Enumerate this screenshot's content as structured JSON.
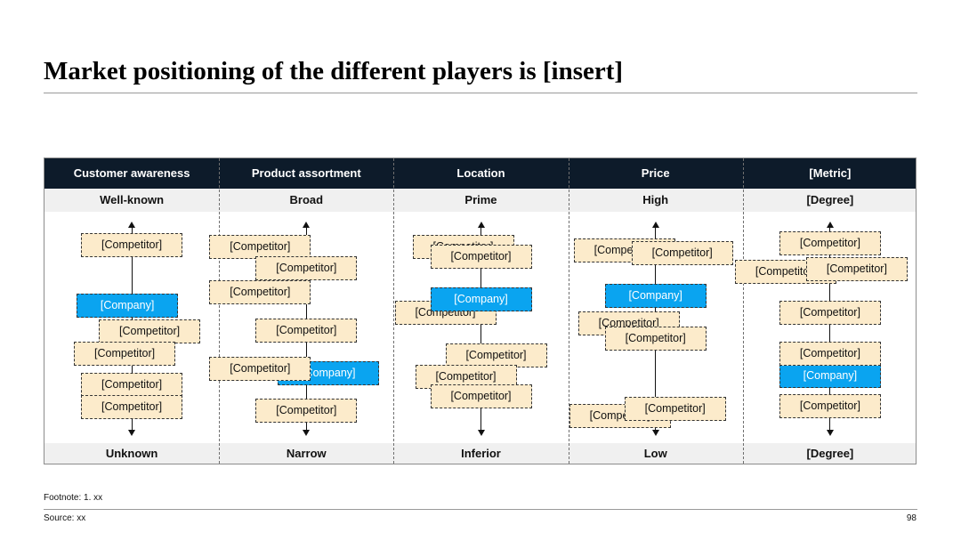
{
  "title": "Market positioning of the different players is [insert]",
  "columns": [
    {
      "header": "Customer awareness",
      "top": "Well-known",
      "bottom": "Unknown",
      "boxes": [
        {
          "label": "[Competitor]",
          "kind": "competitor"
        },
        {
          "label": "[Company]",
          "kind": "company"
        },
        {
          "label": "[Competitor]",
          "kind": "competitor"
        },
        {
          "label": "[Competitor]",
          "kind": "competitor"
        },
        {
          "label": "[Competitor]",
          "kind": "competitor"
        },
        {
          "label": "[Competitor]",
          "kind": "competitor"
        }
      ]
    },
    {
      "header": "Product assortment",
      "top": "Broad",
      "bottom": "Narrow",
      "boxes": [
        {
          "label": "[Competitor]",
          "kind": "competitor"
        },
        {
          "label": "[Competitor]",
          "kind": "competitor"
        },
        {
          "label": "[Competitor]",
          "kind": "competitor"
        },
        {
          "label": "[Competitor]",
          "kind": "competitor"
        },
        {
          "label": "[Competitor]",
          "kind": "competitor"
        },
        {
          "label": "[Company]",
          "kind": "company"
        },
        {
          "label": "[Competitor]",
          "kind": "competitor"
        }
      ]
    },
    {
      "header": "Location",
      "top": "Prime",
      "bottom": "Inferior",
      "boxes": [
        {
          "label": "[Competitor]",
          "kind": "competitor"
        },
        {
          "label": "[Competitor]",
          "kind": "competitor"
        },
        {
          "label": "[Competitor]",
          "kind": "competitor"
        },
        {
          "label": "[Company]",
          "kind": "company"
        },
        {
          "label": "[Competitor]",
          "kind": "competitor"
        },
        {
          "label": "[Competitor]",
          "kind": "competitor"
        },
        {
          "label": "[Competitor]",
          "kind": "competitor"
        }
      ]
    },
    {
      "header": "Price",
      "top": "High",
      "bottom": "Low",
      "boxes": [
        {
          "label": "[Competitor]",
          "kind": "competitor"
        },
        {
          "label": "[Competitor]",
          "kind": "competitor"
        },
        {
          "label": "[Company]",
          "kind": "company"
        },
        {
          "label": "[Competitor]",
          "kind": "competitor"
        },
        {
          "label": "[Competitor]",
          "kind": "competitor"
        },
        {
          "label": "[Competitor]",
          "kind": "competitor"
        },
        {
          "label": "[Competitor]",
          "kind": "competitor"
        }
      ]
    },
    {
      "header": "[Metric]",
      "top": "[Degree]",
      "bottom": "[Degree]",
      "boxes": [
        {
          "label": "[Competitor]",
          "kind": "competitor"
        },
        {
          "label": "[Competitor]",
          "kind": "competitor"
        },
        {
          "label": "[Competitor]",
          "kind": "competitor"
        },
        {
          "label": "[Competitor]",
          "kind": "competitor"
        },
        {
          "label": "[Competitor]",
          "kind": "competitor"
        },
        {
          "label": "[Company]",
          "kind": "company"
        },
        {
          "label": "[Competitor]",
          "kind": "competitor"
        }
      ]
    }
  ],
  "footnote": "Footnote: 1. xx",
  "source": "Source: xx",
  "page_number": "98"
}
